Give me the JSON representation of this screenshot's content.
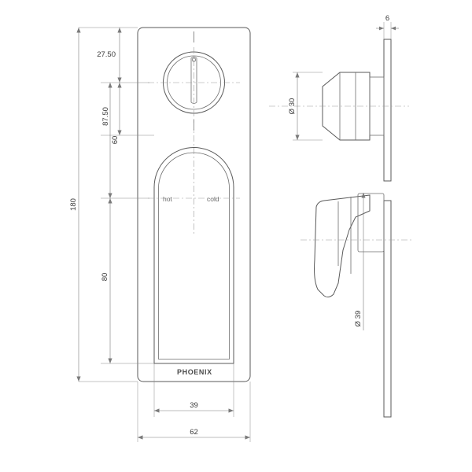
{
  "drawing": {
    "title": "Phoenix shower mixer technical drawing",
    "brand_label": "PHOENIX",
    "labels": {
      "hot": "hot",
      "cold": "cold"
    },
    "dimensions": {
      "d_2750": "27.50",
      "d_8750": "87.50",
      "d_60": "60",
      "d_180": "180",
      "d_80": "80",
      "d_39": "39",
      "d_62": "62",
      "d_6": "6",
      "dia_30": "Ø 30",
      "dia_39": "Ø 39"
    },
    "colors": {
      "line": "#5a5a5a",
      "dimension": "#7a7a7a",
      "center": "#9a9a9a",
      "text": "#3a3a3a",
      "background": "#ffffff"
    }
  }
}
